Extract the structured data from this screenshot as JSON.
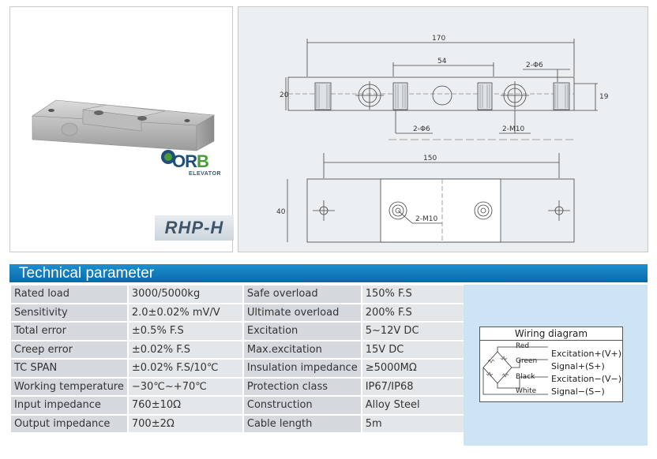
{
  "product": {
    "model": "RHP-H",
    "logo_text_main": "OR",
    "logo_text_accent": "B",
    "logo_subtext": "ELEVATOR"
  },
  "drawing": {
    "dims": {
      "length_total": "170",
      "center_gap": "54",
      "hole_top": "2-Φ6",
      "hole_bottom": "2-Φ6",
      "thread_side": "2-M10",
      "height_left": "20",
      "height_right": "19",
      "mount_span": "150",
      "width": "40",
      "thread_top": "2-M10"
    }
  },
  "section": {
    "title": "Technical parameter"
  },
  "parameters": [
    {
      "label": "Rated load",
      "value": "3000/5000kg",
      "label2": "Safe overload",
      "value2": "150% F.S"
    },
    {
      "label": "Sensitivity",
      "value": "2.0±0.02% mV/V",
      "label2": "Ultimate overload",
      "value2": "200% F.S"
    },
    {
      "label": "Total error",
      "value": "±0.5% F.S",
      "label2": "Excitation",
      "value2": "5~12V DC"
    },
    {
      "label": "Creep error",
      "value": "±0.02% F.S",
      "label2": "Max.excitation",
      "value2": "15V DC"
    },
    {
      "label": "TC SPAN",
      "value": "±0.02% F.S/10℃",
      "label2": "Insulation impedance",
      "value2": "≥5000MΩ"
    },
    {
      "label": "Working temperature",
      "value": "−30℃~+70℃",
      "label2": "Protection class",
      "value2": "IP67/IP68"
    },
    {
      "label": "Input impedance",
      "value": "760±10Ω",
      "label2": "Construction",
      "value2": "Alloy Steel"
    },
    {
      "label": "Output impedance",
      "value": "700±2Ω",
      "label2": "Cable length",
      "value2": "5m"
    }
  ],
  "wiring": {
    "title": "Wiring diagram",
    "wires": [
      {
        "color": "Red",
        "signal": "Excitation+(V+)"
      },
      {
        "color": "Green",
        "signal": "Signal+(S+)"
      },
      {
        "color": "Black",
        "signal": "Excitation−(V−)"
      },
      {
        "color": "White",
        "signal": "Signal−(S−)"
      }
    ]
  }
}
